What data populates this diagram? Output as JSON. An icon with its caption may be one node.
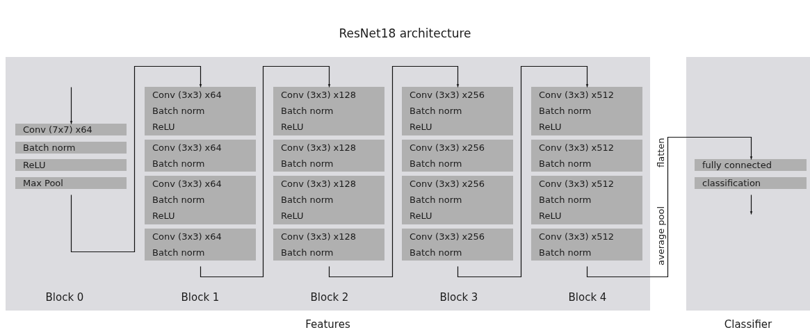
{
  "diagram": {
    "title": "ResNet18 architecture",
    "nodes": [
      {
        "text": [
          "Features"
        ]
      },
      {
        "text": [
          "Conv (7x7) x64"
        ],
        "in": 0
      },
      {
        "text": [
          "Batch norm"
        ],
        "in": 0
      },
      {
        "text": [
          "ReLU"
        ],
        "in": 0
      },
      {
        "text": [
          "Max Pool"
        ],
        "in": 0
      },
      {
        "text": [
          "Conv (3x3) x64",
          "Batch norm",
          "ReLU"
        ],
        "in": 0
      },
      {
        "text": [
          "Conv (3x3) x64",
          "Batch norm"
        ],
        "in": 0
      },
      {
        "text": [
          "Conv (3x3) x64",
          "Batch norm",
          "ReLU"
        ],
        "in": 0
      },
      {
        "text": [
          "Conv (3x3) x64",
          "Batch norm"
        ],
        "in": 0
      },
      {
        "text": [
          "Conv (3x3) x128",
          "Batch norm",
          "ReLU"
        ],
        "in": 0
      },
      {
        "text": [
          "Conv (3x3) x128",
          "Batch norm"
        ],
        "in": 0
      },
      {
        "text": [
          "Conv (3x3) x128",
          "Batch norm",
          "ReLU"
        ],
        "in": 0
      },
      {
        "text": [
          "Conv (3x3) x128",
          "Batch norm"
        ],
        "in": 0
      },
      {
        "text": [
          "Conv (3x3) x256",
          "Batch norm",
          "ReLU"
        ],
        "in": 0
      },
      {
        "text": [
          "Conv (3x3) x256",
          "Batch norm"
        ],
        "in": 0
      },
      {
        "text": [
          "Conv (3x3) x256",
          "Batch norm",
          "ReLU"
        ],
        "in": 0
      },
      {
        "text": [
          "Conv (3x3) x256",
          "Batch norm"
        ],
        "in": 0
      },
      {
        "text": [
          "Conv (3x3) x512",
          "Batch norm",
          "ReLU"
        ],
        "in": 0
      },
      {
        "text": [
          "Conv (3x3) x512",
          "Batch norm"
        ],
        "in": 0
      },
      {
        "text": [
          "Conv (3x3) x512",
          "Batch norm",
          "ReLU"
        ],
        "in": 0
      },
      {
        "text": [
          "Conv (3x3) x512",
          "Batch norm"
        ],
        "in": 0
      },
      {
        "text": [
          "Classifier"
        ]
      },
      {
        "text": [
          "fully connected"
        ],
        "in": 21
      },
      {
        "text": [
          "classification"
        ],
        "in": 21
      }
    ],
    "edges": [
      {
        "from": null,
        "to": 1,
        "arrow": "to"
      },
      {
        "from": 4,
        "to": 5,
        "arrow": "to"
      },
      {
        "from": 8,
        "to": 9,
        "arrow": "to"
      },
      {
        "from": 12,
        "to": 13,
        "arrow": "to"
      },
      {
        "from": 16,
        "to": 17,
        "arrow": "to"
      },
      {
        "from": 20,
        "to": 22,
        "arrow": "to"
      },
      {
        "from": 23,
        "to": null,
        "arrow": "to"
      }
    ],
    "labels": [
      "flatten",
      "average pool",
      "Block 0",
      "Block 1",
      "Block 2",
      "Block 3",
      "Block 4"
    ]
  }
}
